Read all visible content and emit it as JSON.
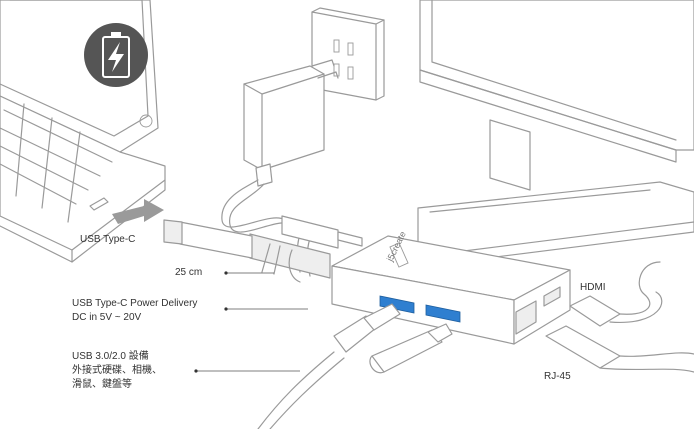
{
  "labels": {
    "usb_type_c": "USB Type-C",
    "cable_length": "25 cm",
    "pd_line1": "USB Type-C Power Delivery",
    "pd_line2": "DC in 5V ~ 20V",
    "usb3_line1": "USB 3.0/2.0  設備",
    "usb3_line2": "外接式硬碟、相機、",
    "usb3_line3": "滑鼠、鍵盤等",
    "hdmi": "HDMI",
    "rj45": "RJ-45"
  },
  "hub": {
    "brand": "j5create"
  },
  "colors": {
    "usb_port_blue": "#2f7fd0",
    "battery_badge": "#555555",
    "line_art": "#9a9a9a"
  },
  "icons": [
    "battery-charging-icon",
    "arrow-right-icon"
  ]
}
